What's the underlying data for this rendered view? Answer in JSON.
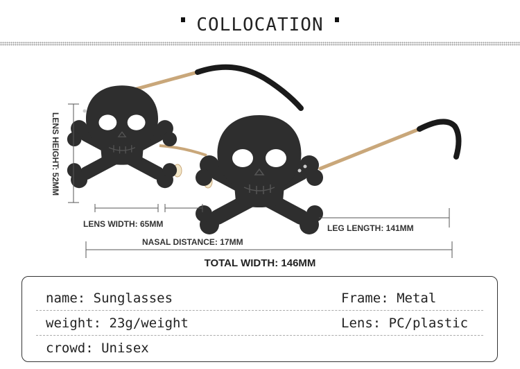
{
  "header": {
    "title": "COLLOCATION"
  },
  "dimensions": {
    "lens_height": "LENS HEIGHT: 52MM",
    "lens_width": "LENS WIDTH: 65MM",
    "leg_length": "LEG LENGTH: 141MM",
    "nasal_distance": "NASAL DISTANCE: 17MM",
    "total_width": "TOTAL WIDTH: 146MM"
  },
  "specs": {
    "rows": [
      {
        "left": "name: Sunglasses",
        "right": "Frame: Metal"
      },
      {
        "left": "weight: 23g/weight",
        "right": "Lens: PC/plastic"
      },
      {
        "left": "crowd: Unisex",
        "right": ""
      }
    ]
  },
  "colors": {
    "lens": "#2e2e2e",
    "frame_metal": "#c9a77a",
    "temple_tip": "#1a1a1a",
    "dimension_line": "#555555"
  }
}
